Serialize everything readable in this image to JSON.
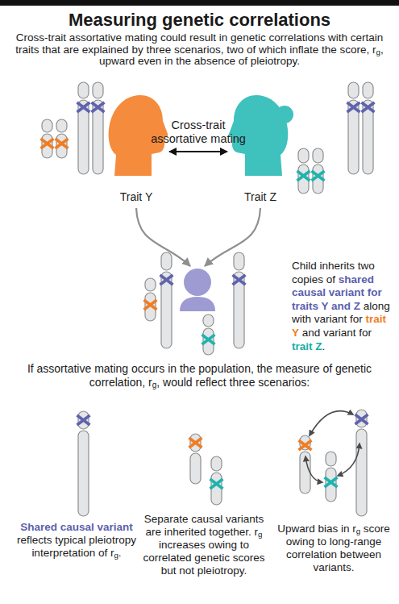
{
  "diagram": {
    "title": "Measuring genetic correlations",
    "caption": "Cross-trait assortative mating could result in genetic correlations with certain traits that are explained by three scenarios, two of which inflate the score, rg, upward even in the absence of pleiotropy.",
    "nodes": [
      {
        "text": [
          "Trait Y"
        ]
      },
      {
        "text": [
          "Trait Z"
        ]
      },
      {
        "text": [
          "Child inherits two copies of shared causal variant for traits Y and Z along with variant for trait Y and variant for trait Z."
        ]
      }
    ],
    "edges": [
      {
        "from": 0,
        "to": 1,
        "label": "Cross-trait assortative mating",
        "arrow": "both"
      },
      {
        "from": 0,
        "to": 2,
        "arrow": "to"
      },
      {
        "from": 1,
        "to": 2,
        "arrow": "to"
      }
    ],
    "labels": [
      "If assortative mating occurs in the population, the measure of genetic correlation, rg, would reflect three scenarios:",
      "Shared causal variant reflects typical pleiotropy interpretation of rg.",
      "Separate causal variants are inherited together. rg increases owing to correlated genetic scores but not pleiotropy.",
      "Upward bias in rg score owing to long-range correlation between variants."
    ]
  }
}
